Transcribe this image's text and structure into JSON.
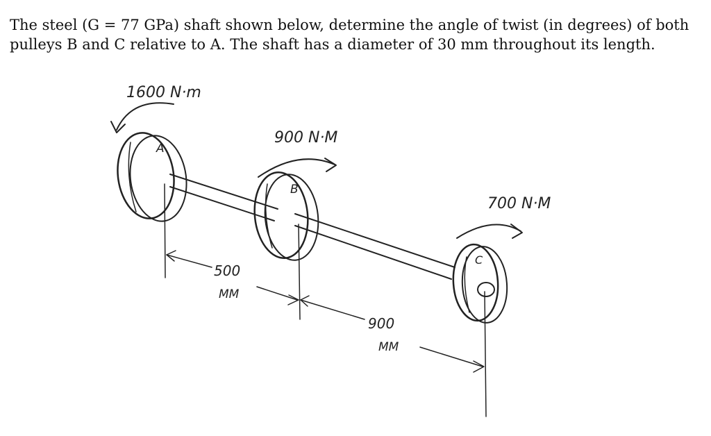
{
  "problem": {
    "line1": "The steel (G = 77 GPa) shaft shown below, determine the angle of twist (in degrees) of both",
    "line2": "pulleys B and C relative to A. The shaft has a diameter of 30 mm throughout its length."
  },
  "diagram": {
    "torque_a": "1600 N·m",
    "torque_b": "900 N·M",
    "torque_c": "700 N·M",
    "label_a": "A",
    "label_b": "B",
    "label_c": "C",
    "dim_ab_value": "500",
    "dim_ab_unit": "MM",
    "dim_bc_value": "900",
    "dim_bc_unit": "MM"
  }
}
